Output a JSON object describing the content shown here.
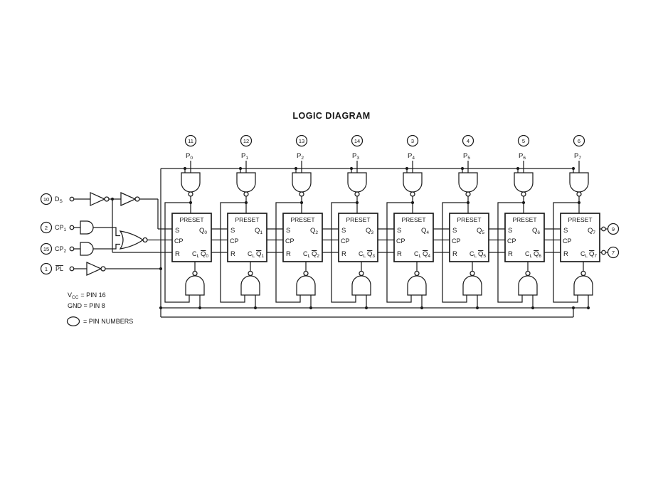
{
  "title": "LOGIC DIAGRAM",
  "colors": {
    "ink": "#1c1c1c",
    "bg": "#ffffff"
  },
  "inputs": {
    "ds": {
      "pin": "10",
      "name": "D",
      "sub": "S"
    },
    "cp1": {
      "pin": "2",
      "name": "CP",
      "sub": "1"
    },
    "cp2": {
      "pin": "15",
      "name": "CP",
      "sub": "2"
    },
    "pl": {
      "pin": "1",
      "name": "PL",
      "sub": ""
    }
  },
  "outputs": {
    "q7": {
      "pin": "9"
    },
    "q7b": {
      "pin": "7"
    }
  },
  "stages": [
    {
      "pin": "11",
      "p": "P",
      "psub": "0",
      "qsub": "0"
    },
    {
      "pin": "12",
      "p": "P",
      "psub": "1",
      "qsub": "1"
    },
    {
      "pin": "13",
      "p": "P",
      "psub": "2",
      "qsub": "2"
    },
    {
      "pin": "14",
      "p": "P",
      "psub": "3",
      "qsub": "3"
    },
    {
      "pin": "3",
      "p": "P",
      "psub": "4",
      "qsub": "4"
    },
    {
      "pin": "4",
      "p": "P",
      "psub": "5",
      "qsub": "5"
    },
    {
      "pin": "5",
      "p": "P",
      "psub": "6",
      "qsub": "6"
    },
    {
      "pin": "6",
      "p": "P",
      "psub": "7",
      "qsub": "7"
    }
  ],
  "flipflop": {
    "preset": "PRESET",
    "s": "S",
    "q": "Q",
    "cp": "CP",
    "r": "R",
    "c": "C",
    "csub": "L",
    "qbar": "Q"
  },
  "legend": {
    "v": "V",
    "vsub": "CC",
    "veq": "= PIN 16",
    "gnd": "GND = PIN 8",
    "pinnum": "= PIN NUMBERS"
  }
}
